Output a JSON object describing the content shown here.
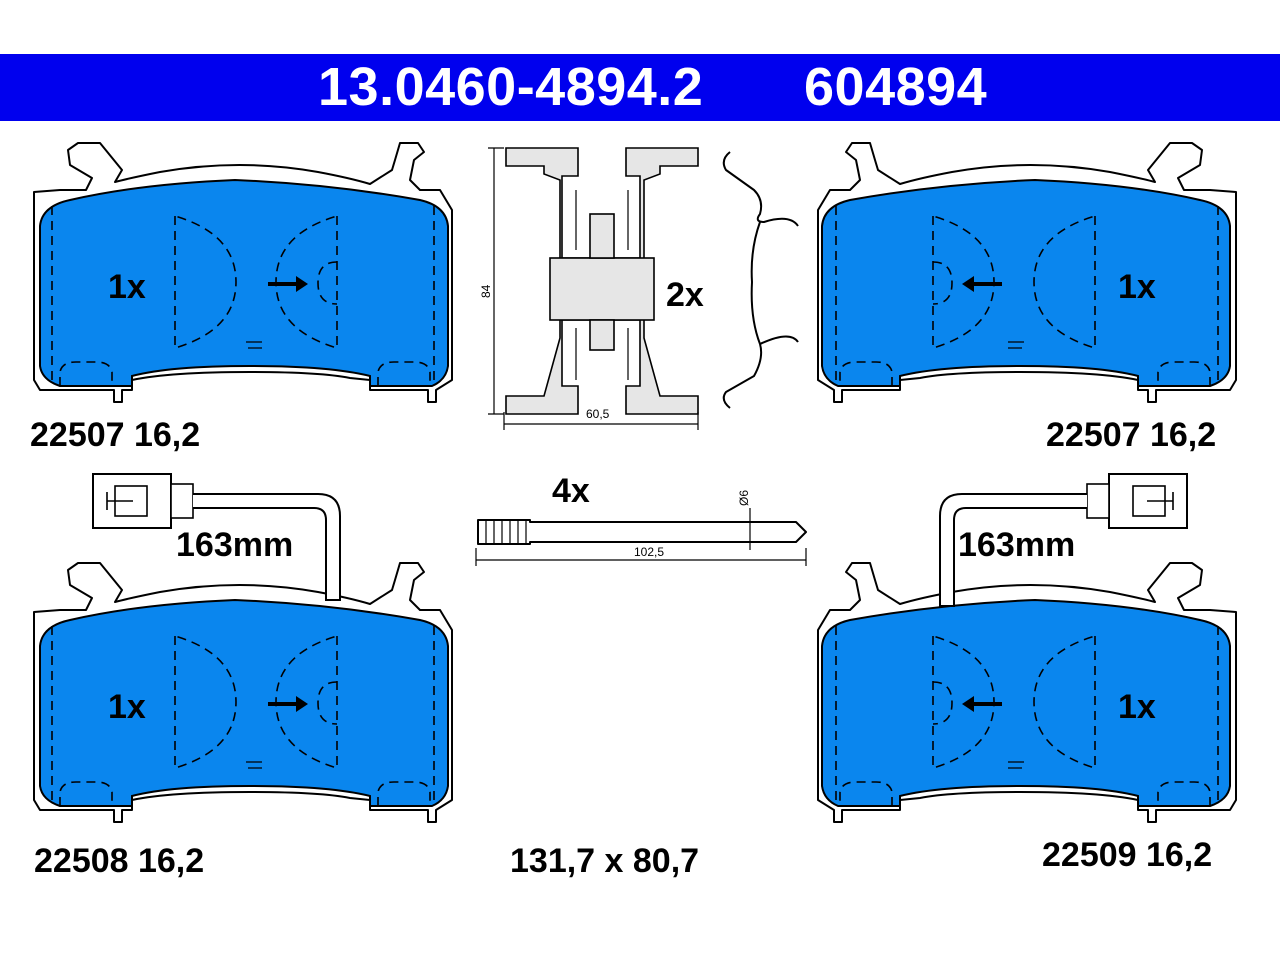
{
  "header": {
    "part_number": "13.0460-4894.2",
    "ref_number": "604894"
  },
  "colors": {
    "header_bg": "#0000ee",
    "pad_fill": "#0a86ee",
    "hardware_fill": "#e6e6e6"
  },
  "pads": [
    {
      "qty": "1x",
      "label": "22507 16,2"
    },
    {
      "qty": "1x",
      "label": "22507 16,2"
    },
    {
      "qty": "1x",
      "label": "22508 16,2",
      "wire_length": "163mm"
    },
    {
      "qty": "1x",
      "label": "22509 16,2",
      "wire_length": "163mm"
    }
  ],
  "spring": {
    "qty": "2x",
    "height_dim": "84",
    "width_dim": "60,5"
  },
  "pin": {
    "qty": "4x",
    "length_dim": "102,5",
    "diameter_dim": "Ø6"
  },
  "pad_size": "131,7 x 80,7"
}
